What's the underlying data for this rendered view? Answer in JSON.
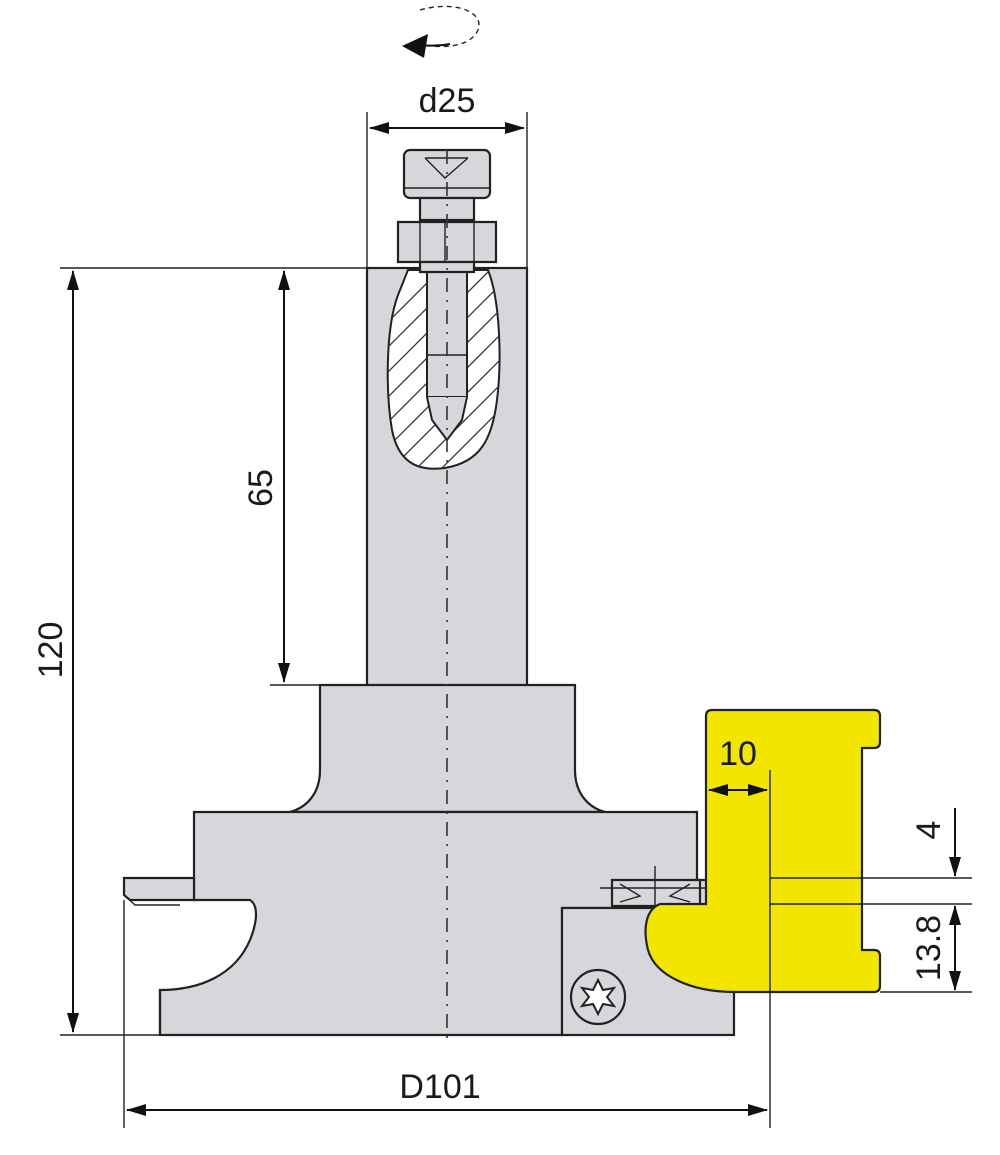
{
  "dimensions": {
    "shank_diameter": "d25",
    "total_height": "120",
    "shank_length": "65",
    "cutter_diameter": "D101",
    "guide_width": "10",
    "guide_offset": "4",
    "profile_height": "13.8"
  },
  "colors": {
    "steel": "#d6d7da",
    "guide_bearing": "#f2e500",
    "line": "#222222"
  },
  "icons": {
    "rotation_direction": "rotation-arrow-icon",
    "torx_screw": "torx-screw-icon"
  }
}
